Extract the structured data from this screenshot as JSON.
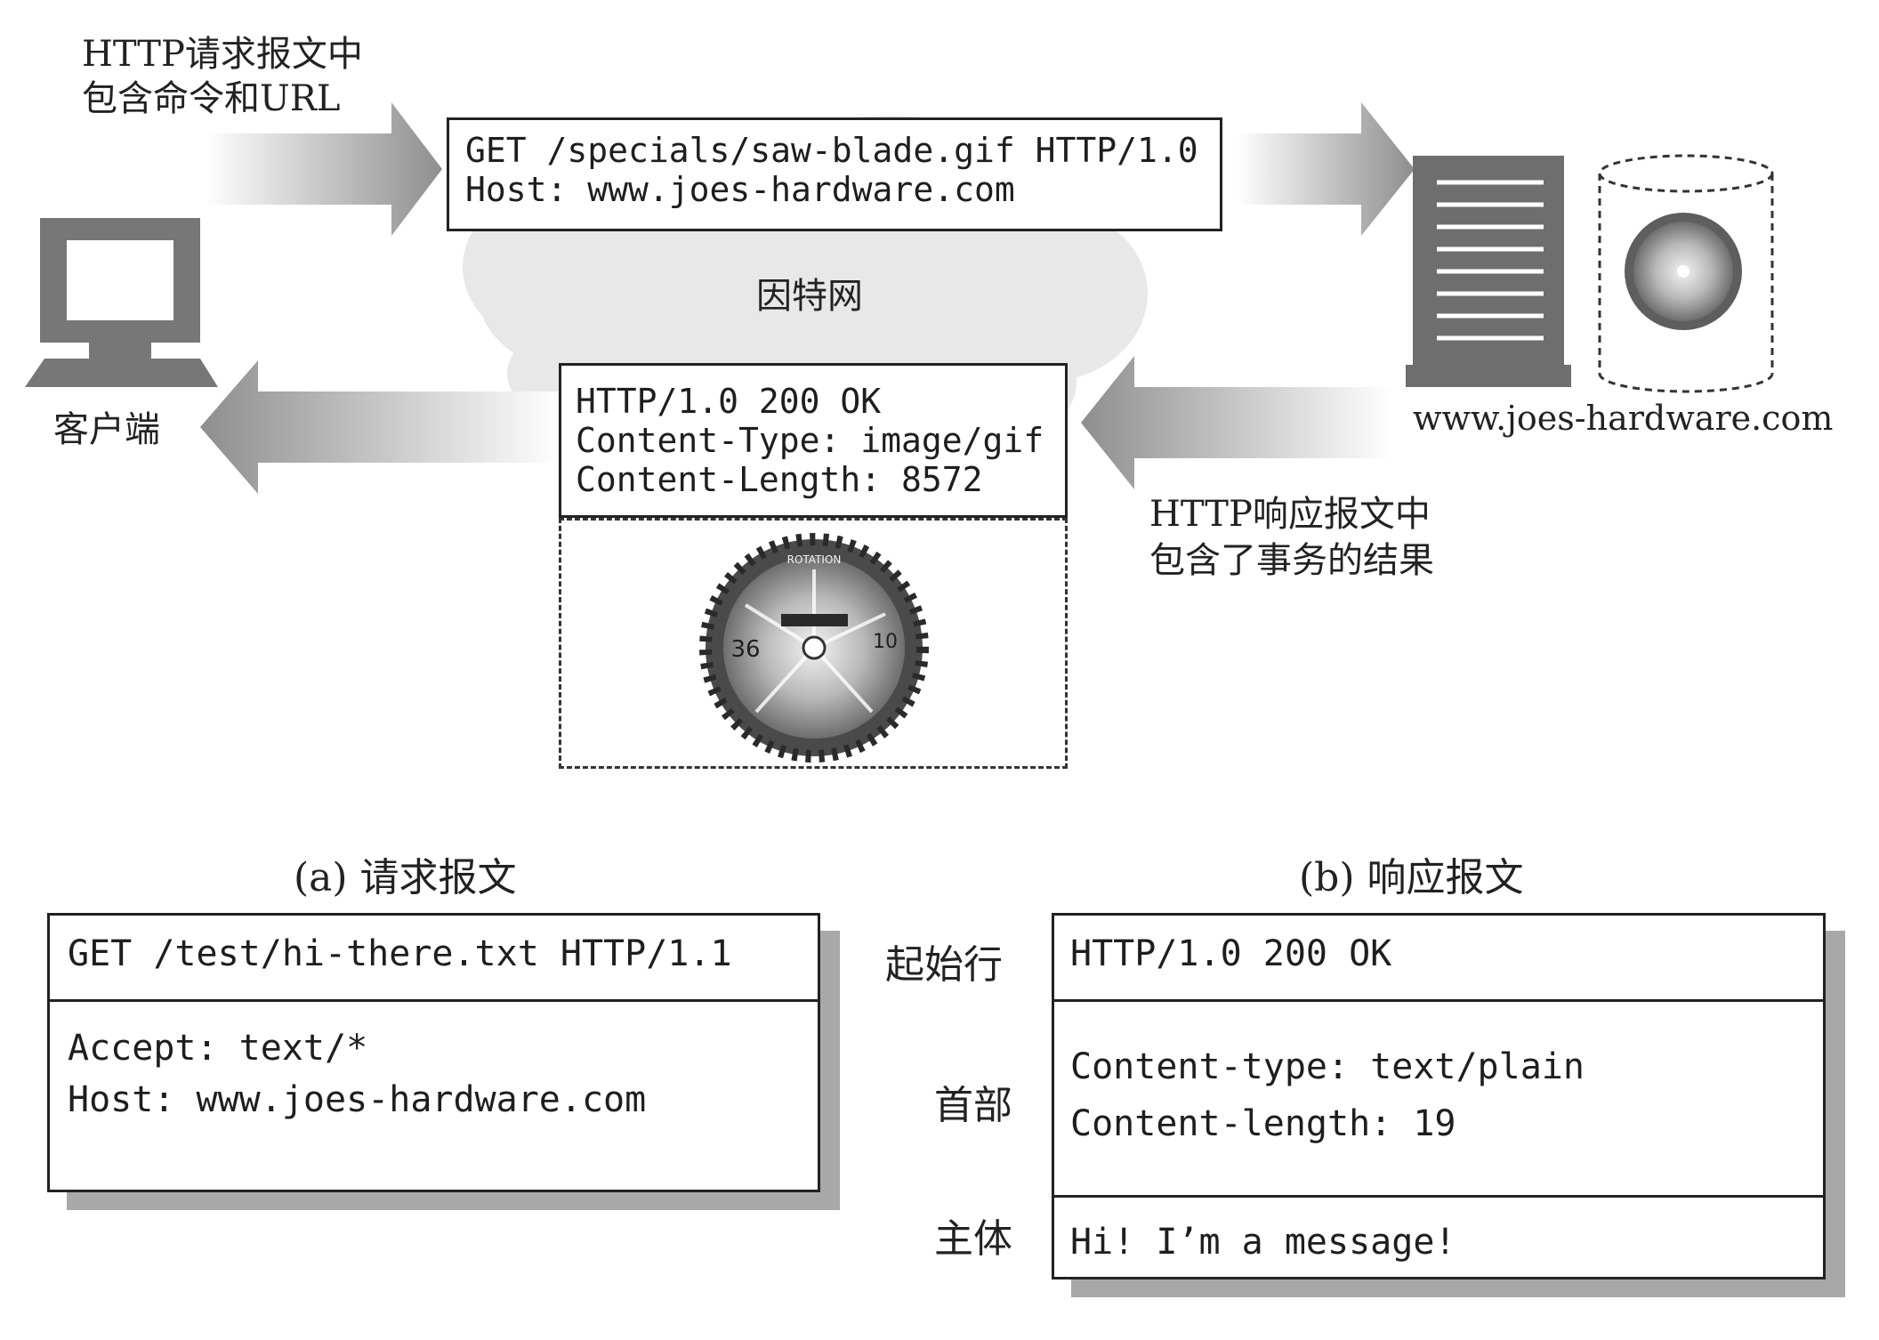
{
  "top": {
    "request_caption": [
      "HTTP请求报文中",
      "包含命令和URL"
    ],
    "request_lines": [
      "GET /specials/saw-blade.gif HTTP/1.0",
      "Host: www.joes-hardware.com"
    ],
    "internet_label": "因特网",
    "client_label": "客户端",
    "server_label": "www.joes-hardware.com",
    "response_lines": [
      "HTTP/1.0 200 OK",
      "Content-Type: image/gif",
      "Content-Length: 8572"
    ],
    "response_caption": [
      "HTTP响应报文中",
      "包含了事务的结果"
    ],
    "saw_blade_text": {
      "brand": "ROTATION",
      "teeth": "36",
      "size": "10"
    }
  },
  "bottom": {
    "request_title": "(a) 请求报文",
    "response_title": "(b) 响应报文",
    "part_labels": {
      "start_line": "起始行",
      "headers": "首部",
      "body": "主体"
    },
    "request": {
      "start_line": "GET /test/hi-there.txt HTTP/1.1",
      "headers": [
        "Accept: text/*",
        "Host: www.joes-hardware.com"
      ]
    },
    "response": {
      "start_line": "HTTP/1.0 200 OK",
      "headers": [
        "Content-type: text/plain",
        "Content-length: 19"
      ],
      "body": "Hi! I’m a message!"
    }
  },
  "colors": {
    "ink": "#1e1e1e",
    "cloud": "#e9e9e9",
    "arrow_dark": "#9a9a9a",
    "shadow": "#a8a8a8"
  }
}
